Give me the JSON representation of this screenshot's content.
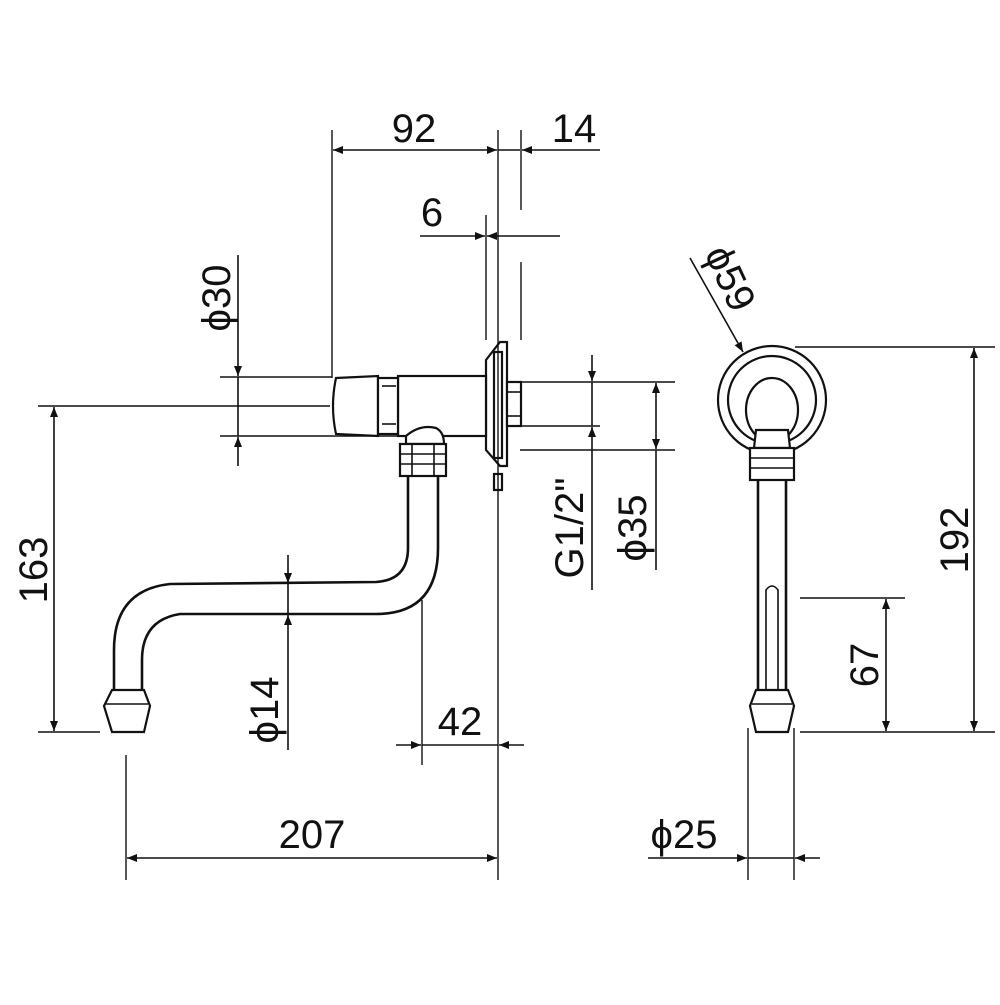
{
  "dimensions": {
    "d92": "92",
    "d14": "14",
    "d6": "6",
    "d_phi30": "ϕ30",
    "d_phi59": "ϕ59",
    "d163": "163",
    "d_g12": "G1/2\"",
    "d_phi35": "ϕ35",
    "d192": "192",
    "d_phi14": "ϕ14",
    "d42": "42",
    "d67": "67",
    "d207": "207",
    "d_phi25": "ϕ25"
  },
  "colors": {
    "line": "#111111",
    "background": "#ffffff"
  }
}
